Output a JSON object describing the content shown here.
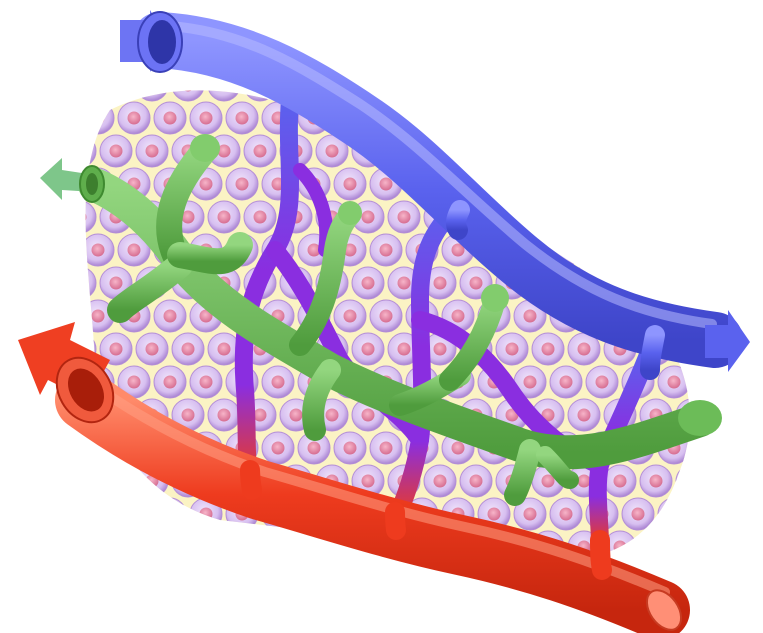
{
  "diagram": {
    "labels": [],
    "structures": [
      {
        "id": "vein",
        "color": "#5a62ee",
        "flow": "outgoing"
      },
      {
        "id": "artery",
        "color": "#ee3b1e",
        "flow": "incoming"
      },
      {
        "id": "capillary-network",
        "color": "#8a2ee0"
      },
      {
        "id": "lymphatic-vessel",
        "color": "#5fb24a",
        "flow": "outgoing"
      },
      {
        "id": "tissue-cells",
        "color": "#c9a6de",
        "nucleus_color": "#e58aa8"
      }
    ],
    "colors": {
      "background": "#ffffff",
      "interstitial": "#fbf3c4",
      "vein": "#5a62ee",
      "vein_light": "#8b92ff",
      "artery": "#ee3b1e",
      "artery_light": "#ff7a5c",
      "capillary": "#8a2ee0",
      "lymph": "#5fb24a",
      "lymph_light": "#8bd07a",
      "cell_membrane": "#b48fd6",
      "cell_body": "#d9c2ef",
      "nucleus": "#e58aa8"
    }
  }
}
